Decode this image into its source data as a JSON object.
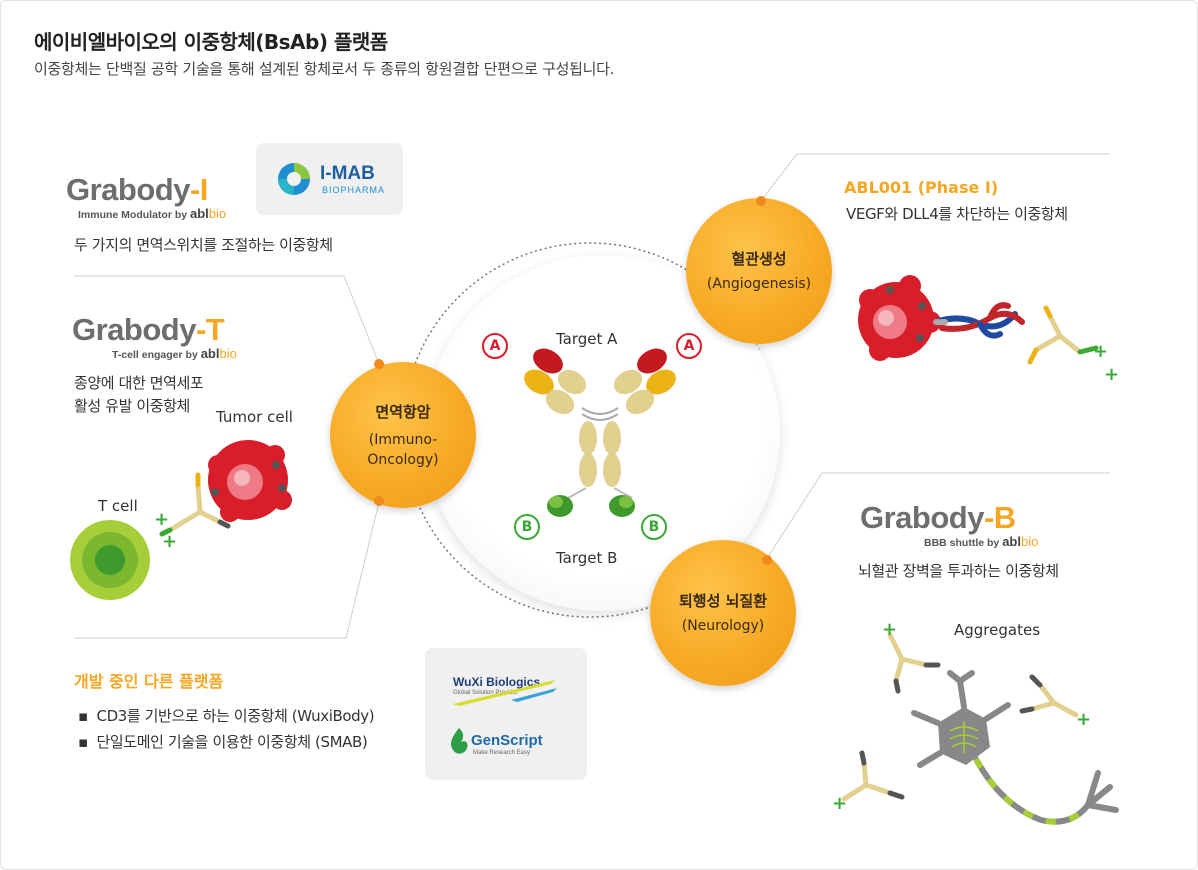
{
  "header": {
    "title": "에이비엘바이오의 이중항체(BsAb) 플랫폼",
    "subtitle": "이중항체는 단백질 공학 기술을 통해 설계된 항체로서 두 종류의 항원결합 단편으로 구성됩니다."
  },
  "grabody_i": {
    "logo_main": "Grabody",
    "logo_suffix": "-I",
    "tagline": "Immune Modulator by",
    "desc": "두 가지의 면역스위치를 조절하는 이중항체",
    "partner": "I-MAB",
    "partner_sub": "BIOPHARMA"
  },
  "grabody_t": {
    "logo_main": "Grabody",
    "logo_suffix": "-T",
    "tagline": "T-cell engager by",
    "desc_line1": "종양에 대한 면역세포",
    "desc_line2": "활성 유발 이중항체",
    "tumor_cell": "Tumor cell",
    "t_cell": "T cell"
  },
  "grabody_b": {
    "logo_main": "Grabody",
    "logo_suffix": "-B",
    "tagline": "BBB shuttle by",
    "desc": "뇌혈관 장벽을 투과하는 이중항체",
    "aggregates": "Aggregates"
  },
  "brand": {
    "abl": "abl",
    "bio": "bio"
  },
  "abl001": {
    "title": "ABL001 (Phase Ⅰ)",
    "desc": "VEGF와  DLL4를 차단하는 이중항체"
  },
  "center": {
    "target_a": "Target A",
    "target_b": "Target B",
    "badge_a": "A",
    "badge_b": "B"
  },
  "circles": {
    "angio_ko": "혈관생성",
    "angio_en": "(Angiogenesis)",
    "immuno_ko": "면역항암",
    "immuno_en1": "(Immuno-",
    "immuno_en2": "Oncology)",
    "neuro_ko": "퇴행성 뇌질환",
    "neuro_en": "(Neurology)"
  },
  "other_platforms": {
    "title": "개발 중인 다른 플랫폼",
    "items": [
      "CD3를 기반으로 하는 이중항체 (WuxiBody)",
      "단일도메인 기술을 이용한 이중항체 (SMAB)"
    ],
    "wuxi": "WuXi Biologics",
    "wuxi_sub": "Global Solution Provider",
    "genscript": "GenScript",
    "genscript_sub": "Make Research Easy"
  },
  "colors": {
    "accent": "#f5a623",
    "circle": "#f7a823",
    "red": "#d81e2a",
    "green": "#3aa935"
  }
}
